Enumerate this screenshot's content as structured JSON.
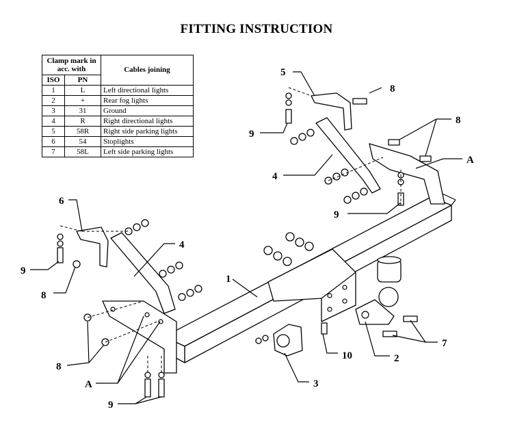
{
  "title": "FITTING INSTRUCTION",
  "table": {
    "header": {
      "clamp_mark": "Clamp mark in acc. with",
      "cables_joining": "Cables joining",
      "iso": "ISO",
      "pn": "PN"
    },
    "rows": [
      {
        "iso": "1",
        "pn": "L",
        "cable": "Left directional lights"
      },
      {
        "iso": "2",
        "pn": "+",
        "cable": "Rear fog lights"
      },
      {
        "iso": "3",
        "pn": "31",
        "cable": "Ground"
      },
      {
        "iso": "4",
        "pn": "R",
        "cable": "Right directional lights"
      },
      {
        "iso": "5",
        "pn": "58R",
        "cable": "Right side parking lights"
      },
      {
        "iso": "6",
        "pn": "54",
        "cable": "Stoplights"
      },
      {
        "iso": "7",
        "pn": "58L",
        "cable": "Left side parking lights"
      }
    ]
  },
  "callouts": {
    "c1": "1",
    "c2": "2",
    "c3": "3",
    "c4_right": "4",
    "c4_left": "4",
    "c5": "5",
    "c6": "6",
    "c7": "7",
    "c8_top": "8",
    "c8_right": "8",
    "c8_left": "8",
    "c8_bottom": "8",
    "c9_top": "9",
    "c9_right": "9",
    "c9_left": "9",
    "c9_bottom": "9",
    "c10": "10",
    "cA_right": "A",
    "cA_bottom": "A"
  }
}
